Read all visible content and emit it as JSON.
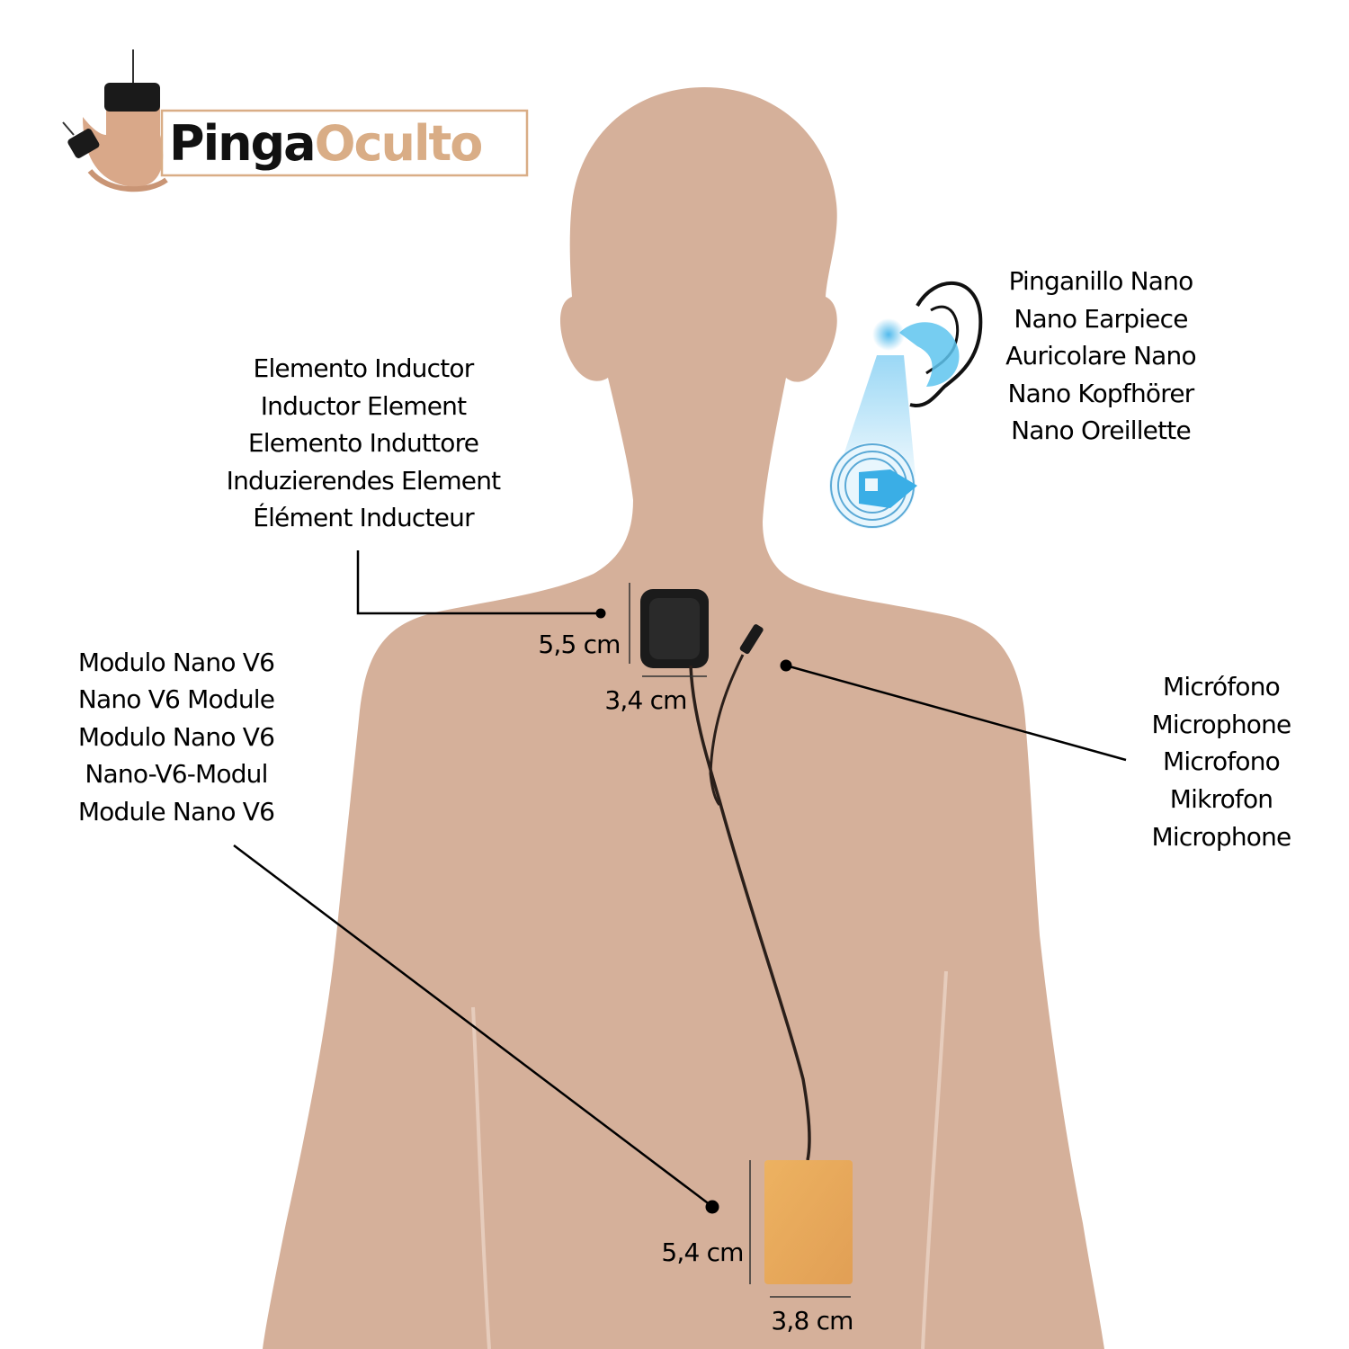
{
  "logo": {
    "word1": "Pinga",
    "word2": "Oculto"
  },
  "colors": {
    "skin": "#D5B09A",
    "logo_accent": "#D9AD86",
    "module": "#E8AA5D",
    "earpiece_blue": "#4FB6E6",
    "line": "#000000"
  },
  "labels": {
    "earpiece": [
      "Pinganillo Nano",
      "Nano Earpiece",
      "Auricolare Nano",
      "Nano Kopfhörer",
      "Nano Oreillette"
    ],
    "inductor": [
      "Elemento Inductor",
      "Inductor Element",
      "Elemento Induttore",
      "Induzierendes Element",
      "Élément Inducteur"
    ],
    "module": [
      "Modulo Nano V6",
      "Nano V6 Module",
      "Modulo Nano V6",
      "Nano-V6-Modul",
      "Module Nano V6"
    ],
    "microphone": [
      "Micrófono",
      "Microphone",
      "Microfono",
      "Mikrofon",
      "Microphone"
    ]
  },
  "dimensions": {
    "inductor_height": "5,5 cm",
    "inductor_width": "3,4 cm",
    "module_height": "5,4 cm",
    "module_width": "3,8 cm"
  }
}
